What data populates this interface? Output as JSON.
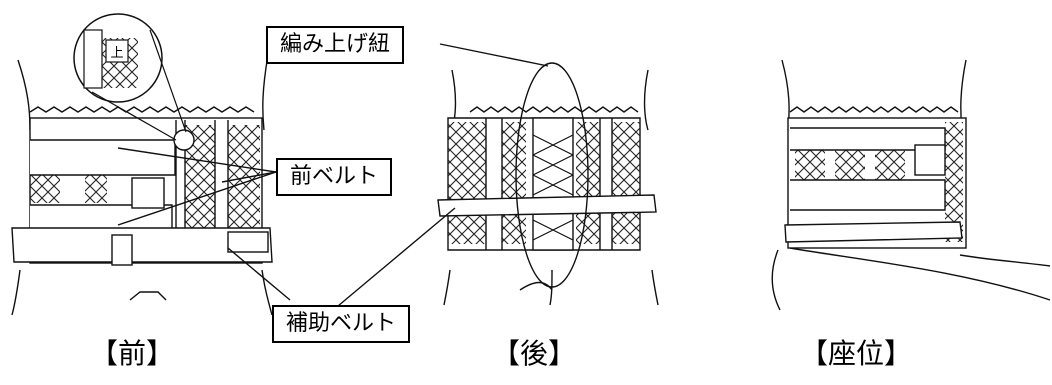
{
  "labels": {
    "lacing_cord": "編み上げ紐",
    "front_belt": "前ベルト",
    "aux_belt": "補助ベルト"
  },
  "inset_mark": "上",
  "captions": {
    "front": "【前】",
    "back": "【後】",
    "seated": "【座位】"
  }
}
